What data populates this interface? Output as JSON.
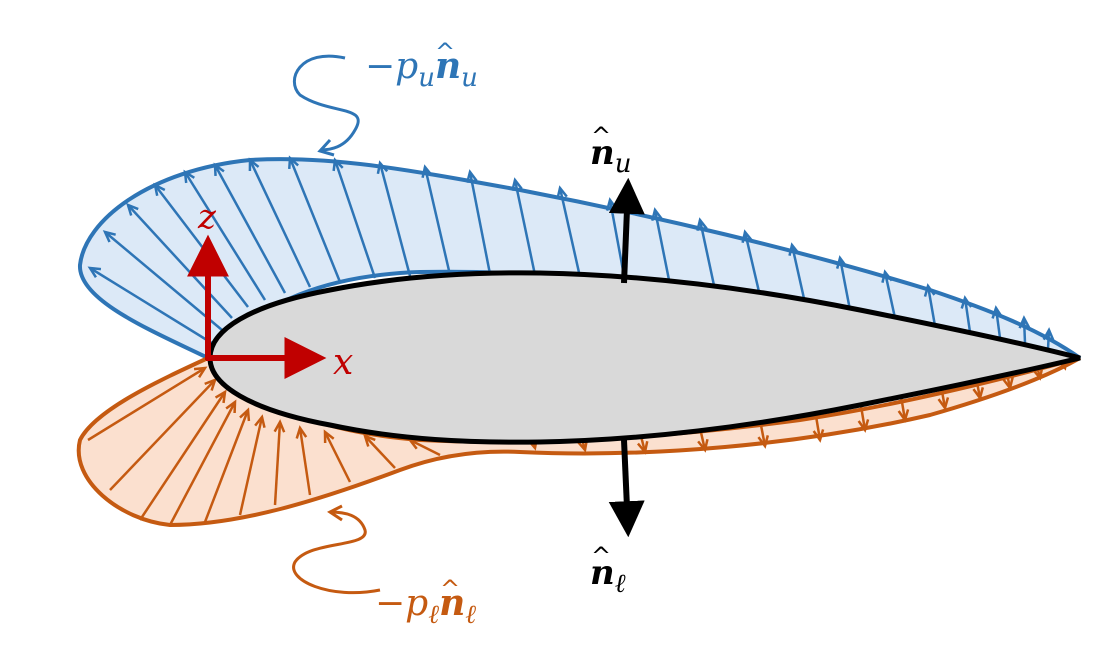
{
  "colors": {
    "upper": "#2e75b6",
    "upper_fill": "#dce9f7",
    "lower": "#c55a11",
    "lower_fill": "#fbe0cf",
    "airfoil_fill": "#d9d9d9",
    "airfoil_edge": "#000000",
    "axes": "#c00000",
    "normals": "#000000"
  },
  "labels": {
    "upper_load": {
      "minus": "−",
      "p": "p",
      "p_sub": "u",
      "n": "n",
      "n_sub": "u"
    },
    "lower_load": {
      "minus": "−",
      "p": "p",
      "p_sub": "ℓ",
      "n": "n",
      "n_sub": "ℓ"
    },
    "normal_upper": {
      "n": "n",
      "sub": "u"
    },
    "normal_lower": {
      "n": "n",
      "sub": "ℓ"
    },
    "axis_x": "x",
    "axis_z": "z"
  },
  "icons": {
    "hat": "circumflex-accent",
    "upper_pointer": "squiggle-arrow",
    "lower_pointer": "squiggle-arrow"
  }
}
